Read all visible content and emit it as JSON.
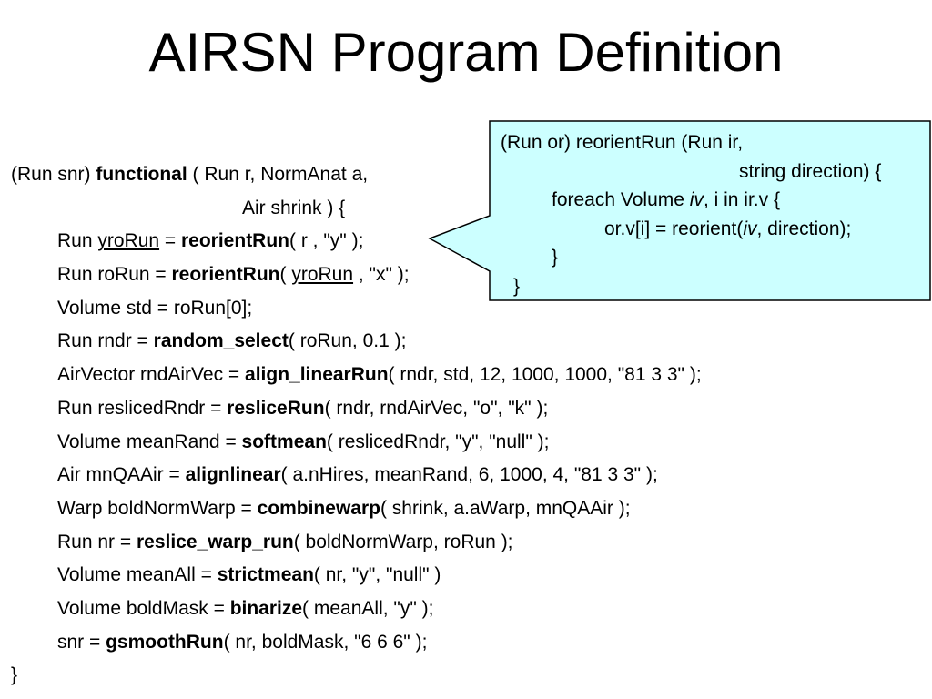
{
  "slide": {
    "title": "AIRSN Program Definition"
  },
  "code": {
    "sig_pre": "(Run snr) ",
    "sig_fn": "functional",
    "sig_post": " ( Run r, NormAnat a,",
    "sig_cont": "Air shrink ) {",
    "l1_pre": "Run ",
    "l1_var": "yroRun",
    "l1_eq": " = ",
    "l1_fn": "reorientRun",
    "l1_args": "( r , \"y\" );",
    "l2_pre": "Run roRun = ",
    "l2_fn": "reorientRun",
    "l2_open": "( ",
    "l2_var": "yroRun",
    "l2_args": " , \"x\" );",
    "l3": "Volume std = roRun[0];",
    "l4_pre": "Run rndr = ",
    "l4_fn": "random_select",
    "l4_args": "( roRun, 0.1 );",
    "l5_pre": "AirVector rndAirVec = ",
    "l5_fn": "align_linearRun",
    "l5_args": "( rndr, std, 12, 1000, 1000, \"81 3 3\" );",
    "l6_pre": "Run reslicedRndr = ",
    "l6_fn": "resliceRun",
    "l6_args": "( rndr, rndAirVec, \"o\", \"k\" );",
    "l7_pre": "Volume meanRand = ",
    "l7_fn": "softmean",
    "l7_args": "( reslicedRndr, \"y\", \"null\" );",
    "l8_pre": "Air mnQAAir = ",
    "l8_fn": "alignlinear",
    "l8_args": "( a.nHires, meanRand, 6, 1000, 4, \"81 3 3\" );",
    "l9_pre": "Warp boldNormWarp = ",
    "l9_fn": "combinewarp",
    "l9_args": "( shrink, a.aWarp, mnQAAir );",
    "l10_pre": "Run nr = ",
    "l10_fn": "reslice_warp_run",
    "l10_args": "( boldNormWarp, roRun );",
    "l11_pre": "Volume meanAll = ",
    "l11_fn": "strictmean",
    "l11_args": "( nr, \"y\", \"null\" )",
    "l12_pre": "Volume boldMask = ",
    "l12_fn": "binarize",
    "l12_args": "( meanAll, \"y\" );",
    "l13_pre": "snr = ",
    "l13_fn": "gsmoothRun",
    "l13_args": "( nr, boldMask, \"6 6 6\" );",
    "close": "}"
  },
  "callout": {
    "fill_color": "#ccffff",
    "border_color": "#000000",
    "c1": "(Run or) reorientRun (Run ir,",
    "c2": "string direction) {",
    "c3_pre": "foreach Volume ",
    "c3_var": "iv",
    "c3_post": ", i in ir.v {",
    "c4_pre": "or.v[i] = reorient(",
    "c4_var": "iv",
    "c4_post": ", direction);",
    "c5": "}",
    "c6": "}"
  }
}
